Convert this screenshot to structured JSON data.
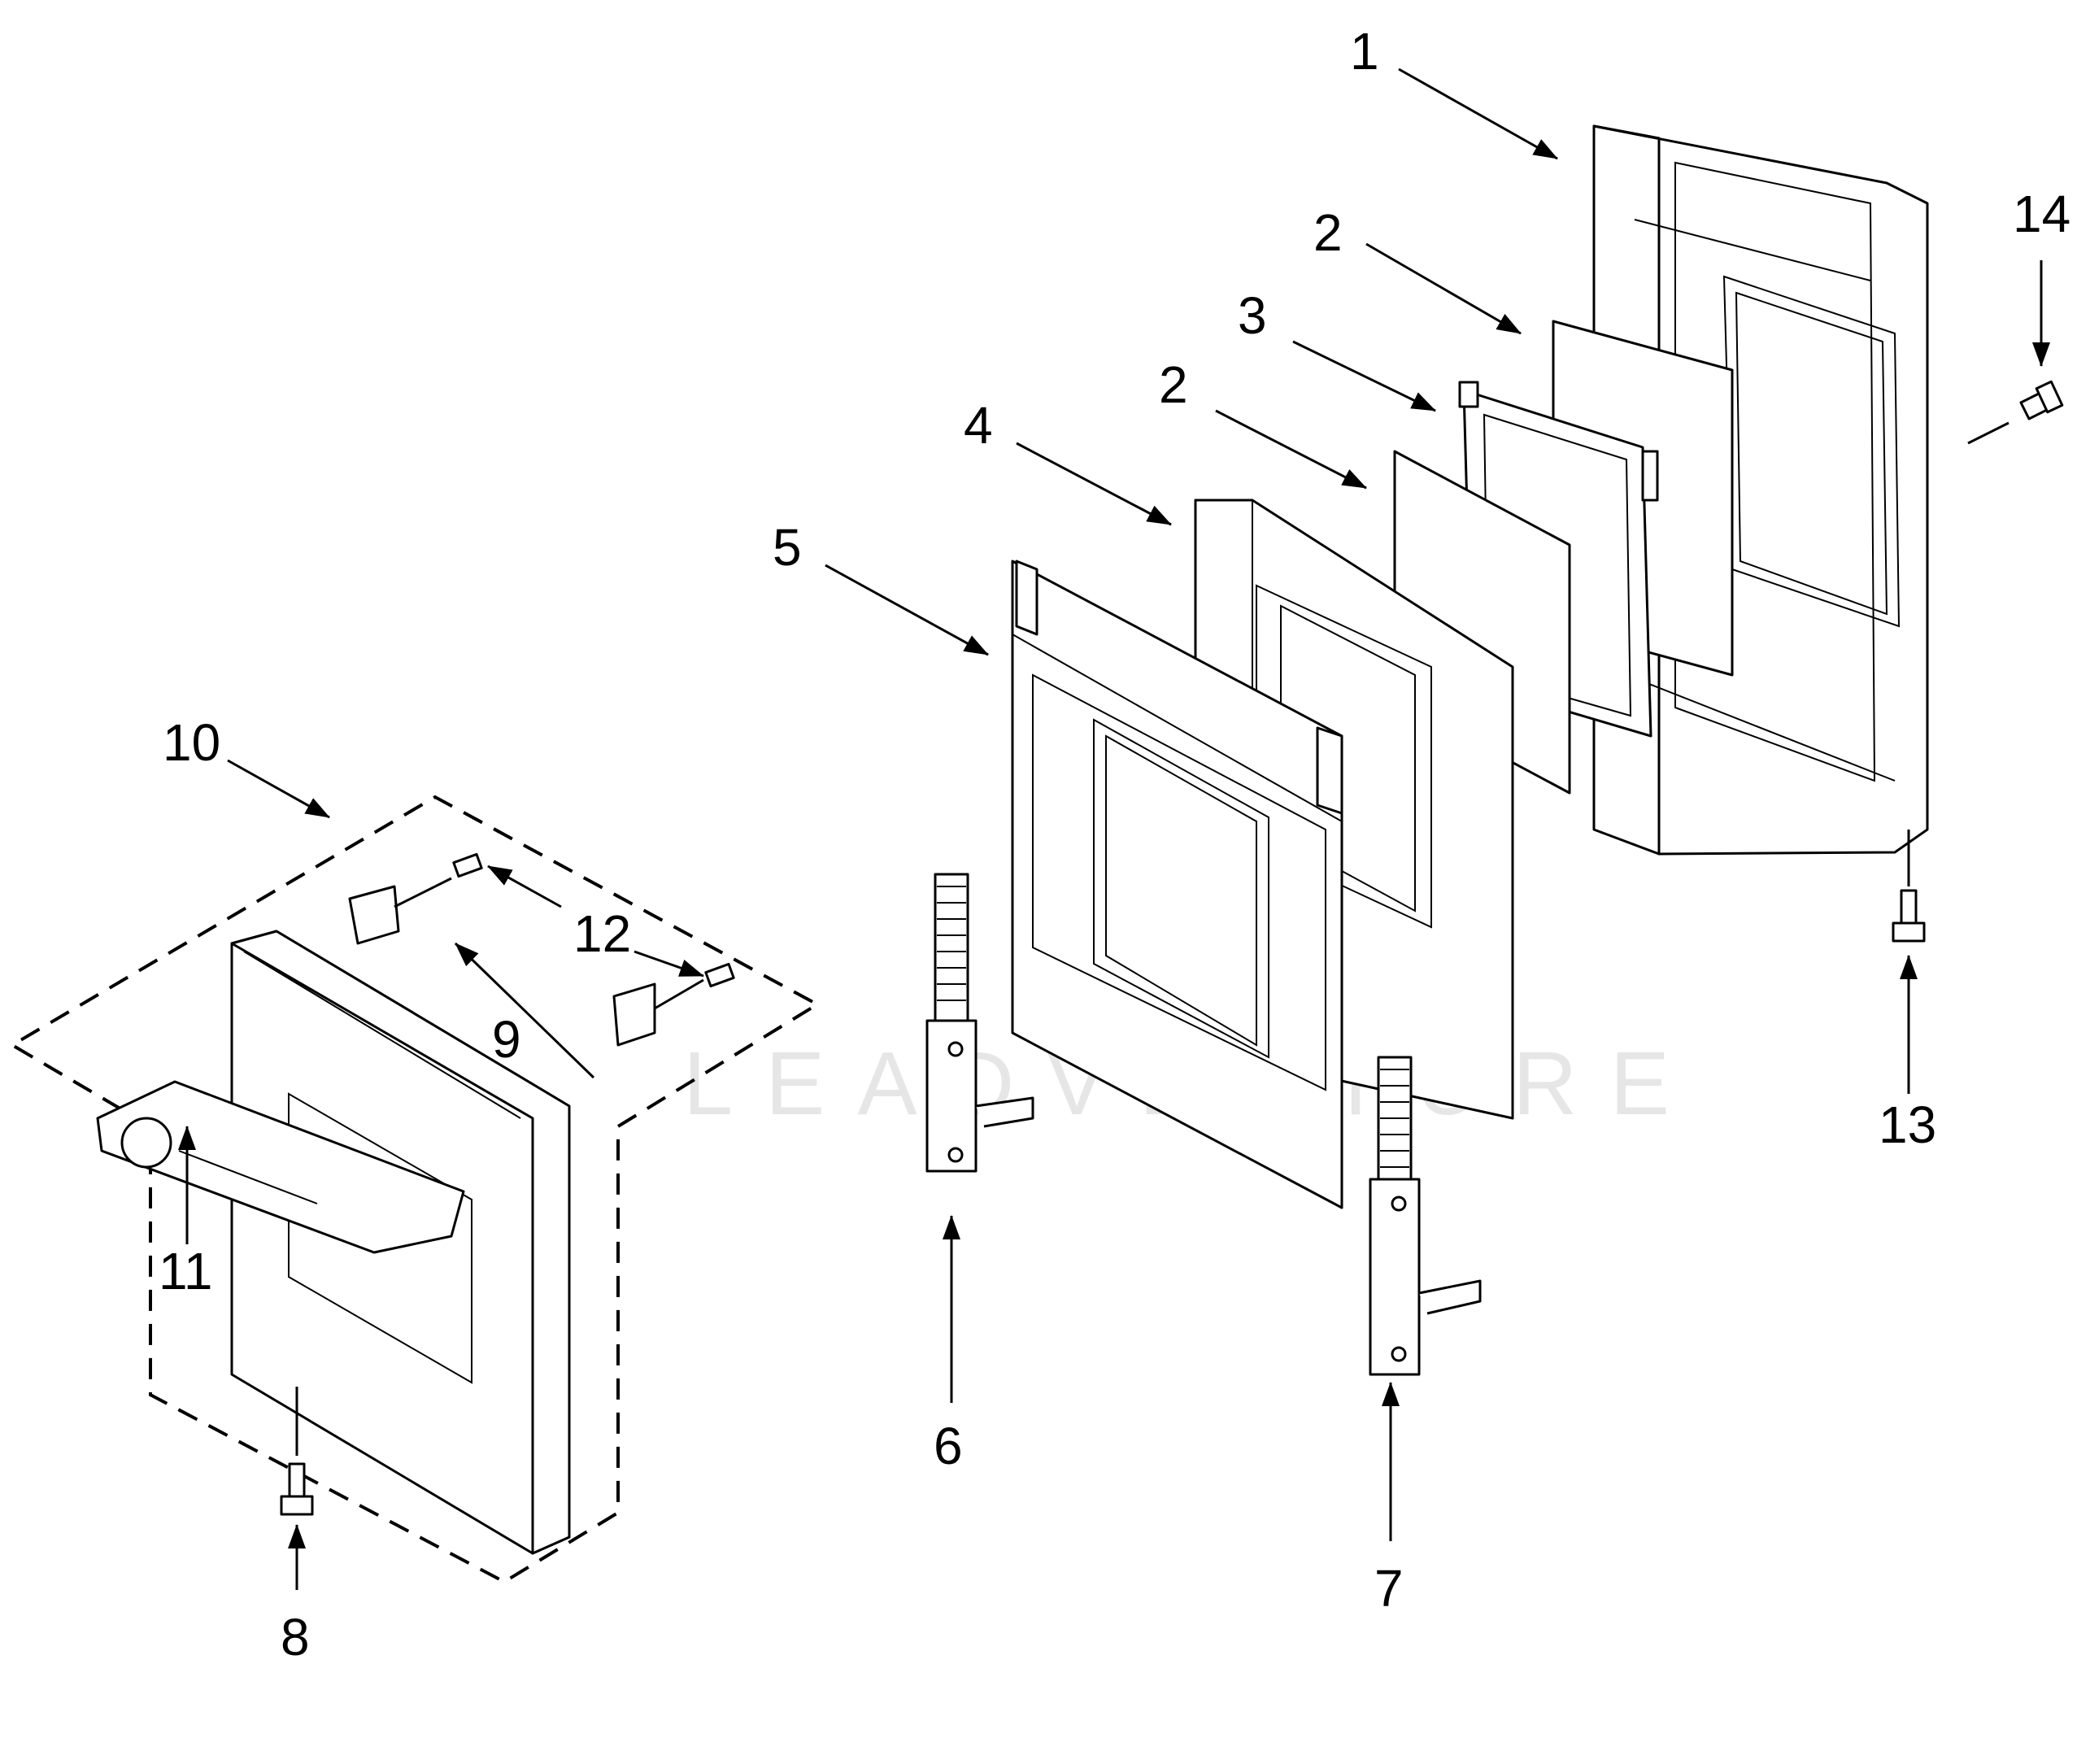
{
  "watermark": "LEADVENTURE",
  "callouts": [
    {
      "id": "1",
      "label": "1"
    },
    {
      "id": "2a",
      "label": "2"
    },
    {
      "id": "3",
      "label": "3"
    },
    {
      "id": "2b",
      "label": "2"
    },
    {
      "id": "4",
      "label": "4"
    },
    {
      "id": "5",
      "label": "5"
    },
    {
      "id": "6",
      "label": "6"
    },
    {
      "id": "7",
      "label": "7"
    },
    {
      "id": "8",
      "label": "8"
    },
    {
      "id": "9",
      "label": "9"
    },
    {
      "id": "10",
      "label": "10"
    },
    {
      "id": "11",
      "label": "11"
    },
    {
      "id": "12",
      "label": "12"
    },
    {
      "id": "13",
      "label": "13"
    },
    {
      "id": "14",
      "label": "14"
    }
  ]
}
